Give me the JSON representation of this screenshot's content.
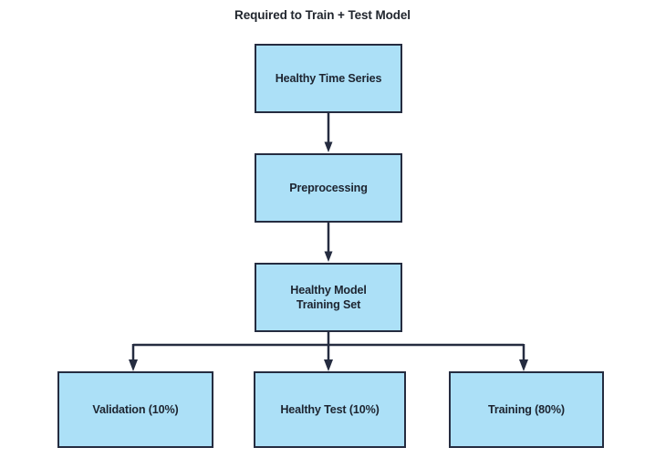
{
  "diagram": {
    "title": "Required to Train + Test Model",
    "type": "flowchart",
    "background_color": "#ffffff",
    "node_fill_color": "#ace0f7",
    "node_border_color": "#252c40",
    "text_color": "#1d2430",
    "connector_color": "#252c40",
    "nodes": [
      {
        "id": "healthy-time-series",
        "label": "Healthy Time Series"
      },
      {
        "id": "preprocessing",
        "label": "Preprocessing"
      },
      {
        "id": "healthy-model-training-set",
        "label": "Healthy Model\nTraining Set"
      },
      {
        "id": "validation",
        "label": "Validation (10%)"
      },
      {
        "id": "healthy-test",
        "label": "Healthy Test (10%)"
      },
      {
        "id": "training",
        "label": "Training (80%)"
      }
    ],
    "edges": [
      {
        "from": "healthy-time-series",
        "to": "preprocessing"
      },
      {
        "from": "preprocessing",
        "to": "healthy-model-training-set"
      },
      {
        "from": "healthy-model-training-set",
        "to": "validation"
      },
      {
        "from": "healthy-model-training-set",
        "to": "healthy-test"
      },
      {
        "from": "healthy-model-training-set",
        "to": "training"
      }
    ]
  }
}
